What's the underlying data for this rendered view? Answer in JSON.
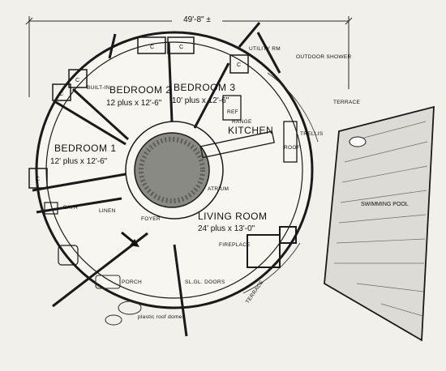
{
  "plan": {
    "overall_dimension": "49'-8\" ±",
    "rooms": {
      "bedroom1": {
        "name": "BEDROOM 1",
        "size": "12' plus x 12'-6\""
      },
      "bedroom2": {
        "name": "BEDROOM 2",
        "size": "12 plus x 12'-6\""
      },
      "bedroom3": {
        "name": "BEDROOM 3",
        "size": "10' plus x 12'-6\""
      },
      "kitchen": {
        "name": "KITCHEN"
      },
      "living_room": {
        "name": "LIVING ROOM",
        "size": "24' plus x 13'-0\""
      },
      "foyer": {
        "name": "FOYER"
      },
      "porch": {
        "name": "PORCH"
      },
      "bath": {
        "name": "BATH"
      }
    },
    "labels": {
      "built_in": "BUILT-IN",
      "closet": "C",
      "utility_rm": "UTILITY RM",
      "outdoor_shower": "OUTDOOR SHOWER",
      "terrace_top": "TERRACE",
      "terrace_bottom": "TERRACE",
      "trellis": "TRELLIS",
      "roof": "ROOF",
      "ref": "REF",
      "range": "RANGE",
      "atrium": "ATRIUM",
      "linen": "LINEN",
      "fireplace": "FIREPLACE",
      "sl_gl_doors": "SL.GL. DOORS",
      "plastic_roof_domes": "plastic roof domes",
      "swimming_pool": "SWIMMING POOL"
    }
  }
}
